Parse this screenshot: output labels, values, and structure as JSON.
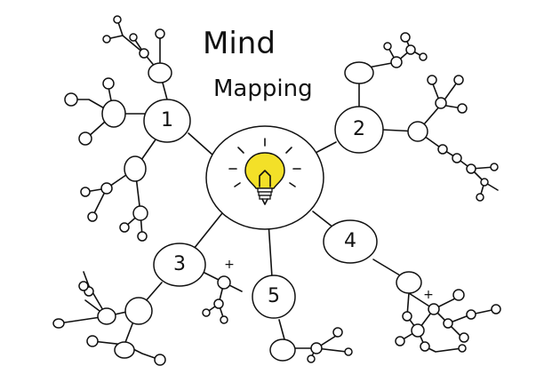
{
  "title": {
    "line1": "Mind",
    "line2": "Mapping"
  },
  "center": {
    "icon": "lightbulb-icon",
    "bulb_color": "#f3e028"
  },
  "branches": [
    {
      "label": "1"
    },
    {
      "label": "2"
    },
    {
      "label": "3"
    },
    {
      "label": "4"
    },
    {
      "label": "5"
    }
  ],
  "marks": {
    "plus": "+"
  }
}
